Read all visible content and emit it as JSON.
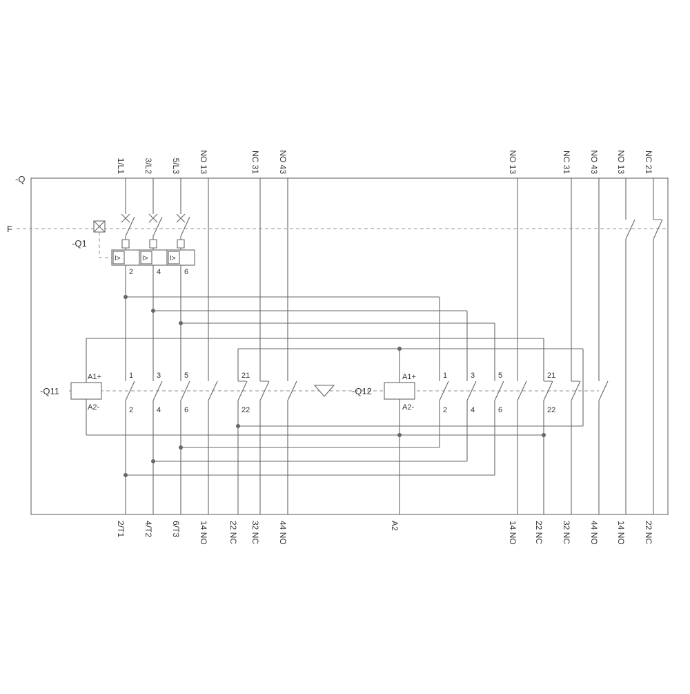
{
  "diagram": {
    "enclosure_label": "-Q",
    "function_label": "F",
    "breaker": {
      "label": "-Q1",
      "trip_symbol": "I>",
      "terminals_bottom": [
        "2",
        "4",
        "6"
      ]
    },
    "q11": {
      "label": "-Q11",
      "a1": "A1+",
      "a2": "A2-",
      "mains_top": [
        "1",
        "3",
        "5"
      ],
      "mains_bottom": [
        "2",
        "4",
        "6"
      ],
      "nc_top": "21",
      "nc_bottom": "22"
    },
    "q12": {
      "label": "-Q12",
      "a1": "A1+",
      "a2": "A2-",
      "mains_top": [
        "1",
        "3",
        "5"
      ],
      "mains_bottom": [
        "2",
        "4",
        "6"
      ],
      "nc_top": "21",
      "nc_bottom": "22"
    },
    "terminals_top": [
      "1/L1",
      "3/L2",
      "5/L3",
      "NO 13",
      "NC 31",
      "NO 43",
      "NO 13",
      "NC 31",
      "NO 43",
      "NO 13",
      "NC 21"
    ],
    "terminals_bottom": [
      "2/T1",
      "4/T2",
      "6/T3",
      "14 NO",
      "22 NC",
      "32 NC",
      "44 NO",
      "A2",
      "14 NO",
      "22 NC",
      "32 NC",
      "44 NO",
      "14 NO",
      "22 NC"
    ],
    "colors": {
      "line": "#666666",
      "dash": "#8f8f8f",
      "text": "#333333",
      "bg": "#ffffff"
    }
  }
}
